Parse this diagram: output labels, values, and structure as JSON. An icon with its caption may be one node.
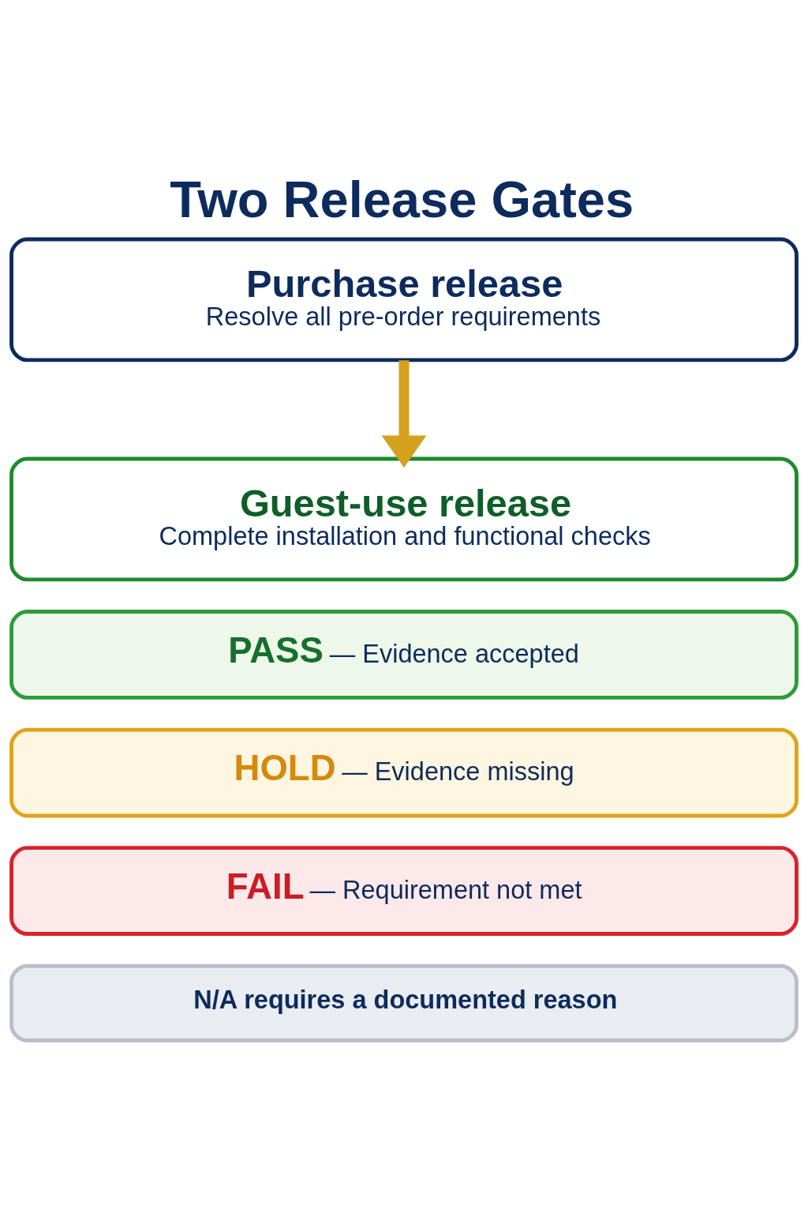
{
  "diagram": {
    "title": "Two Release Gates",
    "nodes": [
      {
        "text": [
          "Purchase release",
          "Resolve all pre-order requirements"
        ]
      },
      {
        "text": [
          "Guest-use release",
          "Complete installation and functional checks"
        ]
      },
      {
        "text": [
          "PASS",
          "— Evidence accepted"
        ]
      },
      {
        "text": [
          "HOLD",
          "— Evidence missing"
        ]
      },
      {
        "text": [
          "FAIL",
          "— Requirement not met"
        ]
      },
      {
        "text": [
          "N/A requires a documented reason"
        ]
      }
    ],
    "edges": [
      {
        "from": 0,
        "to": 1,
        "arrow": "to",
        "color": "#d4a21f"
      }
    ]
  }
}
